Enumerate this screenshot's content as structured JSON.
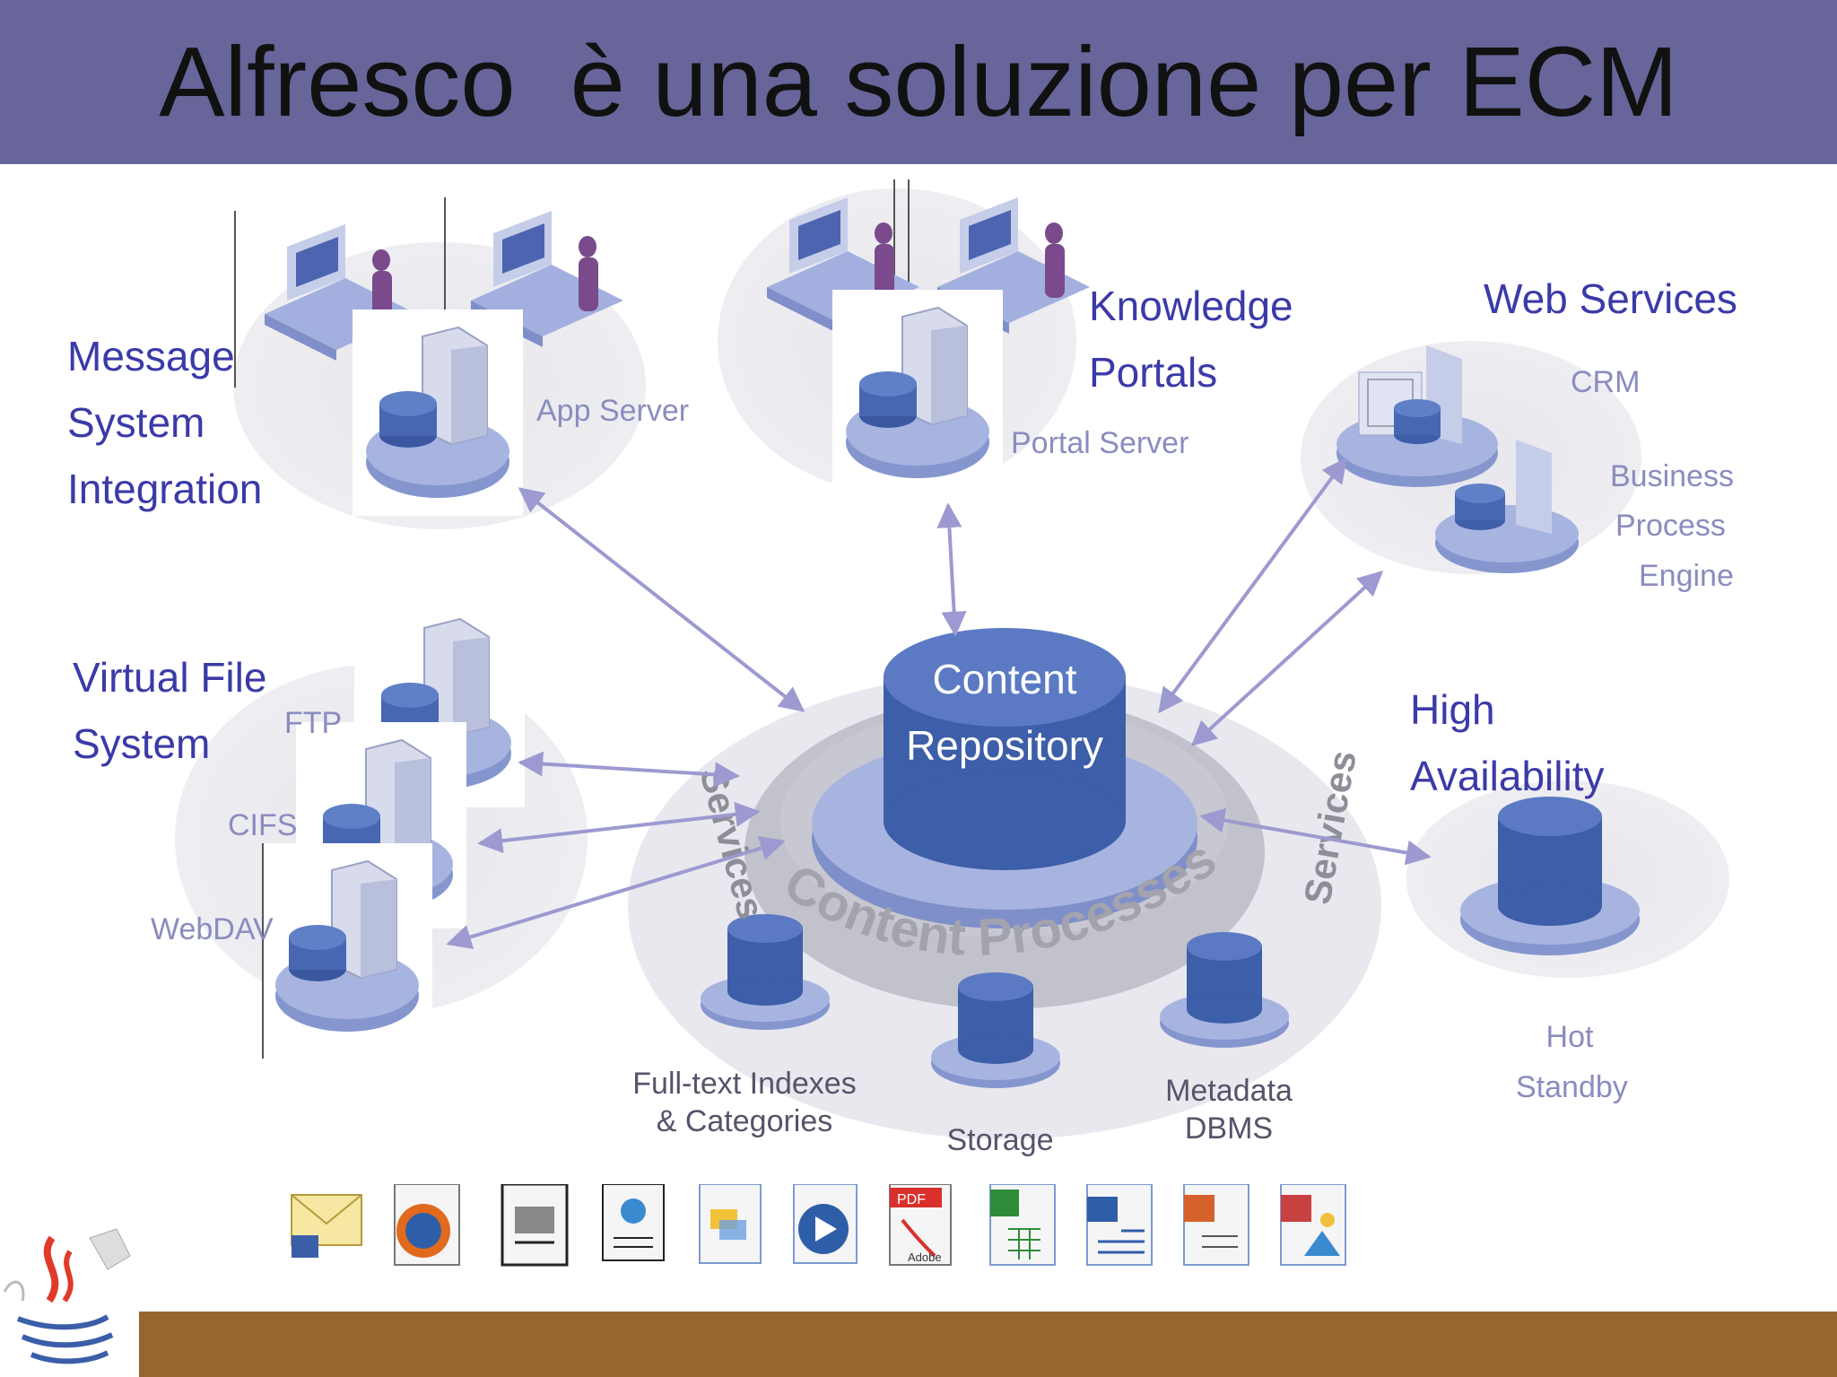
{
  "title": "Alfresco  è una soluzione per ECM",
  "groups": {
    "message": {
      "heading": [
        "Message",
        "System",
        "Integration"
      ],
      "server": "App Server"
    },
    "portals": {
      "heading": [
        "Knowledge",
        "Portals"
      ],
      "server": "Portal Server"
    },
    "webservices": {
      "heading": "Web Services",
      "items": [
        "CRM",
        "Business",
        "Process",
        "Engine"
      ]
    },
    "vfs": {
      "heading": [
        "Virtual File",
        "System"
      ],
      "protocols": [
        "FTP",
        "CIFS",
        "WebDAV"
      ]
    },
    "ha": {
      "heading": [
        "High",
        "Availability"
      ],
      "standby": [
        "Hot",
        "Standby"
      ]
    }
  },
  "core": {
    "repository": [
      "Content",
      "Repository"
    ],
    "processes": "Content Processes",
    "services": "Services"
  },
  "stores": {
    "indexes": [
      "Full-text Indexes",
      "& Categories"
    ],
    "storage": "Storage",
    "metadata": [
      "Metadata",
      "DBMS"
    ]
  },
  "file_types": [
    "email",
    "firefox",
    "scanned-doc",
    "web-page",
    "presentation",
    "media-player",
    "pdf",
    "excel",
    "word",
    "powerpoint",
    "image"
  ],
  "file_type_text": {
    "pdf": "PDF",
    "adobe": "Adobe"
  },
  "colors": {
    "header": "#676599",
    "footer": "#976630",
    "accent_text": "#3b3aa8",
    "server_blue": "#6a7fc0",
    "arrow": "#9c9ad0"
  }
}
